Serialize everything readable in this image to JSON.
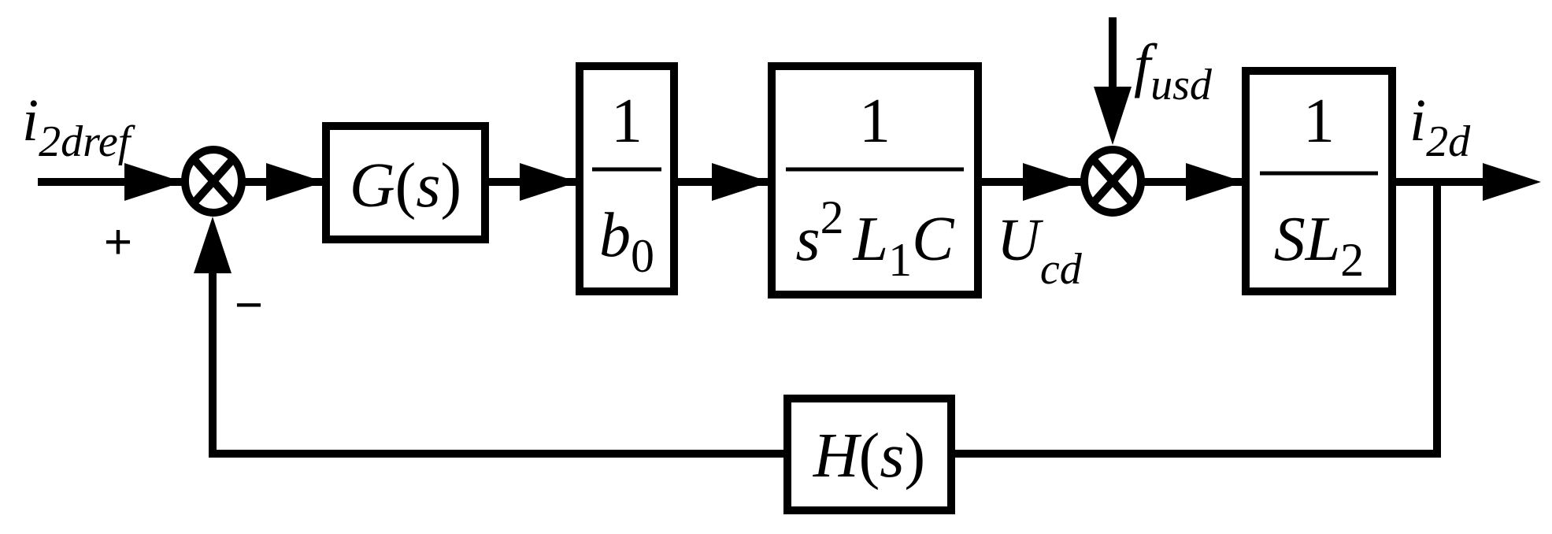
{
  "input": {
    "var": "i",
    "sub": "2dref"
  },
  "output": {
    "var": "i",
    "sub": "2d"
  },
  "disturbance": {
    "var": "f",
    "sub": "usd"
  },
  "signals": {
    "ucd": {
      "var": "U",
      "sub": "cd"
    }
  },
  "summing_signs": {
    "plus": "+",
    "minus": "−"
  },
  "blocks": {
    "gs": {
      "fn": "G",
      "open": "(",
      "arg": "s",
      "close": ")"
    },
    "b0": {
      "num": "1",
      "den_var": "b",
      "den_sub": "0"
    },
    "plant1": {
      "num": "1",
      "s": "s",
      "sup": "2",
      "L": "L",
      "Lsub": "1",
      "C": "C"
    },
    "plant2": {
      "num": "1",
      "S": "S",
      "L": "L",
      "Lsub": "2"
    },
    "hs": {
      "fn": "H",
      "open": "(",
      "arg": "s",
      "close": ")"
    }
  },
  "colors": {
    "line": "#000000",
    "background": "#ffffff"
  }
}
